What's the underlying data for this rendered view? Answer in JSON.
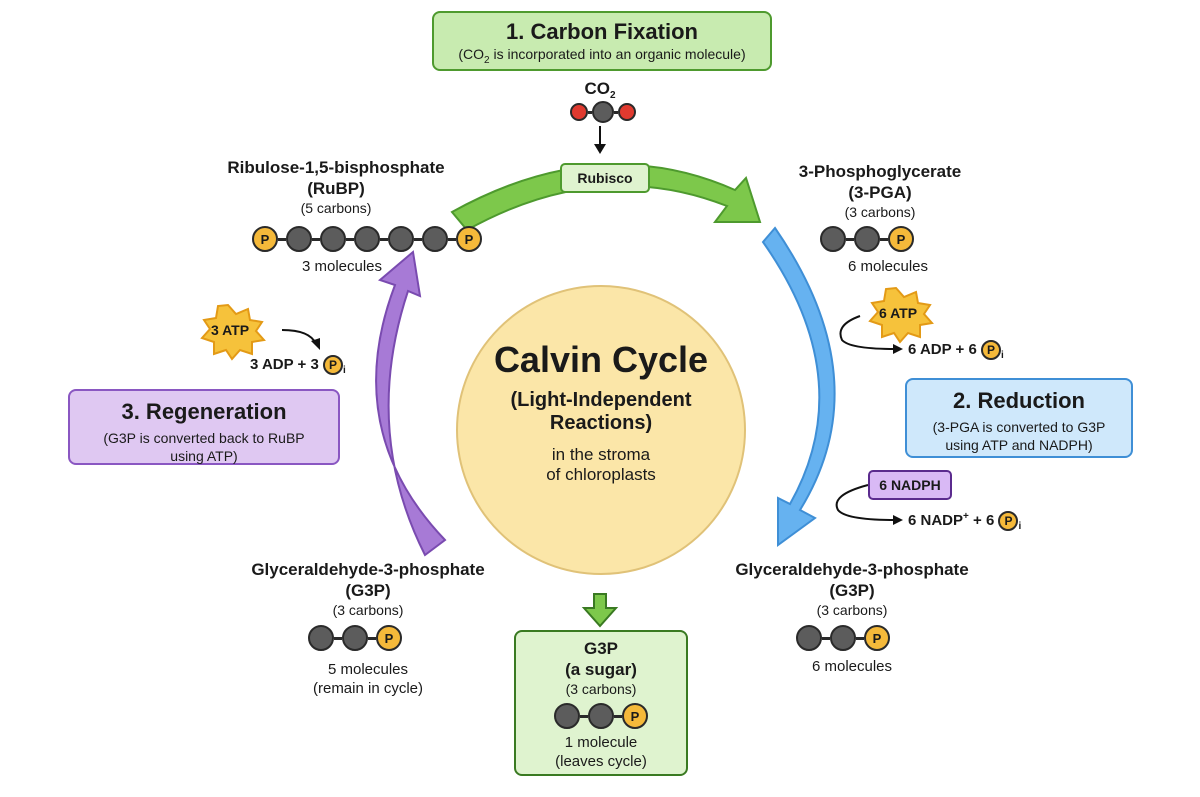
{
  "colors": {
    "green": "#7dc84b",
    "blue": "#66b2f0",
    "purple": "#a77ad6",
    "phosphate": "#f5b93a",
    "carbon": "#5c5c5c",
    "oxygen": "#e03a2f"
  },
  "step1": {
    "title": "1. Carbon Fixation",
    "subtitle_a": "(CO",
    "subtitle_sub": "2",
    "subtitle_b": " is incorporated into an organic molecule)"
  },
  "co2": {
    "label": "CO",
    "sub": "2"
  },
  "rubisco": "Rubisco",
  "rubp": {
    "name": "Ribulose-1,5-bisphosphate",
    "abbr": "(RuBP)",
    "carbons": "(5 carbons)",
    "count": "3 molecules"
  },
  "pga": {
    "name": "3-Phosphoglycerate",
    "abbr": "(3-PGA)",
    "carbons": "(3 carbons)",
    "count": "6 molecules"
  },
  "energy_right": {
    "atp": "6 ATP",
    "adp": "6 ADP + 6",
    "nadph": "6 NADPH",
    "nadp_a": "6 NADP",
    "nadp_sup": "+",
    "nadp_b": " + 6"
  },
  "energy_left": {
    "atp": "3 ATP",
    "adp": "3 ADP + 3"
  },
  "phosphate_label": "P",
  "pi_sub": "i",
  "step2": {
    "title": "2. Reduction",
    "line1": "(3-PGA is converted to G3P",
    "line2": "using ATP and NADPH)"
  },
  "step3": {
    "title": "3. Regeneration",
    "line1": "(G3P is converted back to RuBP",
    "line2": "using ATP)"
  },
  "center": {
    "title": "Calvin Cycle",
    "sub1": "(Light-Independent",
    "sub2": "Reactions)",
    "loc1": "in the stroma",
    "loc2": "of chloroplasts"
  },
  "g3p_right": {
    "name": "Glyceraldehyde-3-phosphate",
    "abbr": "(G3P)",
    "carbons": "(3 carbons)",
    "count": "6 molecules"
  },
  "g3p_left": {
    "name": "Glyceraldehyde-3-phosphate",
    "abbr": "(G3P)",
    "carbons": "(3 carbons)",
    "count1": "5 molecules",
    "count2": "(remain in cycle)"
  },
  "sugar": {
    "title": "G3P",
    "desc": "(a sugar)",
    "carbons": "(3 carbons)",
    "count1": "1 molecule",
    "count2": "(leaves cycle)"
  }
}
